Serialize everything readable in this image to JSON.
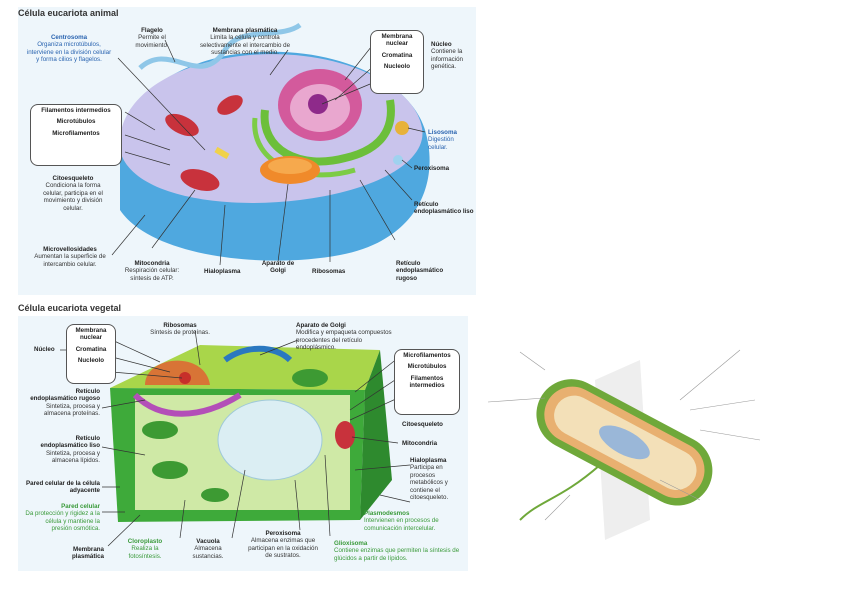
{
  "animal": {
    "title": "Célula eucariota animal",
    "centrosoma": {
      "name": "Centrosoma",
      "desc": "Organiza microtúbulos, interviene en la división celular y forma cilios y flagelos."
    },
    "flagelo": {
      "name": "Flagelo",
      "desc": "Permite el movimiento."
    },
    "membrana": {
      "name": "Membrana plasmática",
      "desc": "Limita la célula y controla selectivamente el intercambio de sustancias con el medio."
    },
    "membrana_nuclear": "Membrana nuclear",
    "cromatina": "Cromatina",
    "nucleolo": "Nucleolo",
    "nucleo": {
      "name": "Núcleo",
      "desc": "Contiene la información genética."
    },
    "filamentos": "Filamentos intermedios",
    "microtubulos": "Microtúbulos",
    "microfilamentos": "Microfilamentos",
    "citoesqueleto": {
      "name": "Citoesqueleto",
      "desc": "Condiciona la forma celular, participa en el movimiento y división celular."
    },
    "lisosoma": {
      "name": "Lisosoma",
      "desc": "Digestión celular."
    },
    "peroxisoma": "Peroxisoma",
    "rel": "Retículo endoplasmático liso",
    "rer": "Retículo endoplasmático rugoso",
    "microvellosidades": {
      "name": "Microvellosidades",
      "desc": "Aumentan la superficie de intercambio celular."
    },
    "mitocondria": {
      "name": "Mitocondria",
      "desc": "Respiración celular: síntesis de ATP."
    },
    "hialoplasma": "Hialoplasma",
    "golgi": "Aparato de Golgi",
    "ribosomas": "Ribosomas"
  },
  "vegetal": {
    "title": "Célula eucariota vegetal",
    "nucleo": "Núcleo",
    "membrana_nuclear": "Membrana nuclear",
    "cromatina": "Cromatina",
    "nucleolo": "Nucleolo",
    "ribosomas": {
      "name": "Ribosomas",
      "desc": "Síntesis de proteínas."
    },
    "golgi": {
      "name": "Aparato de Golgi",
      "desc": "Modifica y empaqueta compuestos procedentes del retículo endoplásmico."
    },
    "rer": {
      "name": "Retículo endoplasmático rugoso",
      "desc": "Sintetiza, procesa y almacena proteínas."
    },
    "rel": {
      "name": "Retículo endoplasmático liso",
      "desc": "Sintetiza, procesa y almacena lípidos."
    },
    "pared_adyacente": "Pared celular de la célula adyacente",
    "pared": {
      "name": "Pared celular",
      "desc": "Da protección y rigidez a la célula y mantiene la presión osmótica."
    },
    "membrana": "Membrana plasmática",
    "cloroplasto": {
      "name": "Cloroplasto",
      "desc": "Realiza la fotosíntesis."
    },
    "vacuola": {
      "name": "Vacuola",
      "desc": "Almacena sustancias."
    },
    "peroxisoma": {
      "name": "Peroxisoma",
      "desc": "Almacena enzimas que participan en la oxidación de sustratos."
    },
    "microfilamentos": "Microfilamentos",
    "microtubulos": "Microtúbulos",
    "filamentos": "Filamentos intermedios",
    "citoesqueleto": "Citoesqueleto",
    "mitocondria": "Mitocondria",
    "hialoplasma": {
      "name": "Hialoplasma",
      "desc": "Participa en procesos metabólicos y contiene el citoesqueleto."
    },
    "plasmodesmos": {
      "name": "Plasmodesmos",
      "desc": "Intervienen en procesos de comunicación intercelular."
    },
    "glioxisoma": {
      "name": "Glioxisoma",
      "desc": "Contiene enzimas que permiten la síntesis de glúcidos a partir de lípidos."
    }
  }
}
